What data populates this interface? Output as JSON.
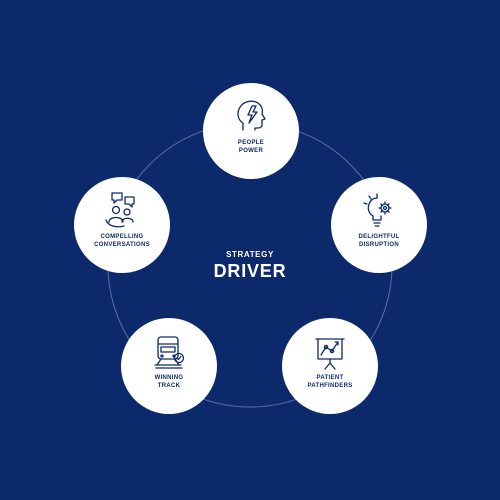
{
  "center": {
    "subtitle": "STRATEGY",
    "title": "DRIVER"
  },
  "nodes": [
    {
      "label": "PEOPLE\nPOWER",
      "icon": "head-lightning-icon"
    },
    {
      "label": "DELIGHTFUL\nDISRUPTION",
      "icon": "lightbulb-gear-icon"
    },
    {
      "label": "PATIENT\nPATHFINDERS",
      "icon": "presentation-board-icon"
    },
    {
      "label": "WINNING\nTRACK",
      "icon": "train-check-icon"
    },
    {
      "label": "COMPELLING\nCONVERSATIONS",
      "icon": "people-chat-icon"
    }
  ],
  "colors": {
    "background": "#0c2a6b",
    "circle": "#ffffff",
    "text": "#0c2a6b",
    "ring": "#5a6fa3"
  }
}
